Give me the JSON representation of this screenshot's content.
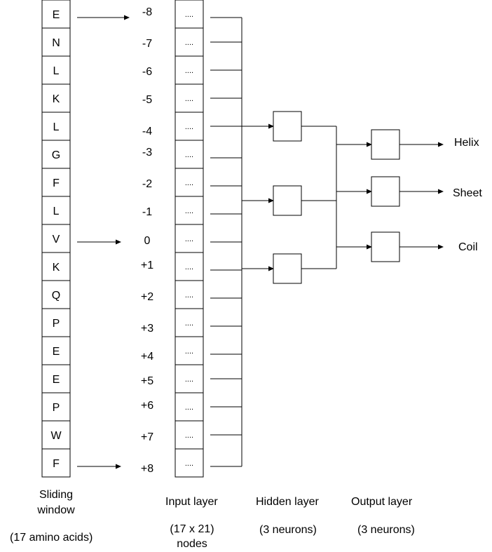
{
  "window": {
    "residues": [
      "E",
      "N",
      "L",
      "K",
      "L",
      "G",
      "F",
      "L",
      "V",
      "K",
      "Q",
      "P",
      "E",
      "E",
      "P",
      "W",
      "F"
    ]
  },
  "positions": [
    "-8",
    "-7",
    "-6",
    "-5",
    "-4",
    "-3",
    "-2",
    "-1",
    "0",
    "+1",
    "+2",
    "+3",
    "+4",
    "+5",
    "+6",
    "+7",
    "+8"
  ],
  "input_node_text": "....",
  "outputs": {
    "helix": "Helix",
    "sheet": "Sheet",
    "coil": "Coil"
  },
  "captions": {
    "sliding_window_line1": "Sliding",
    "sliding_window_line2": "window",
    "sliding_window_count": "(17 amino acids)",
    "input_layer": "Input layer",
    "input_layer_count_line1": "(17 x 21)",
    "input_layer_count_line2": "nodes",
    "hidden_layer": "Hidden layer",
    "hidden_layer_count": "(3 neurons)",
    "output_layer": "Output layer",
    "output_layer_count": "(3 neurons)"
  }
}
